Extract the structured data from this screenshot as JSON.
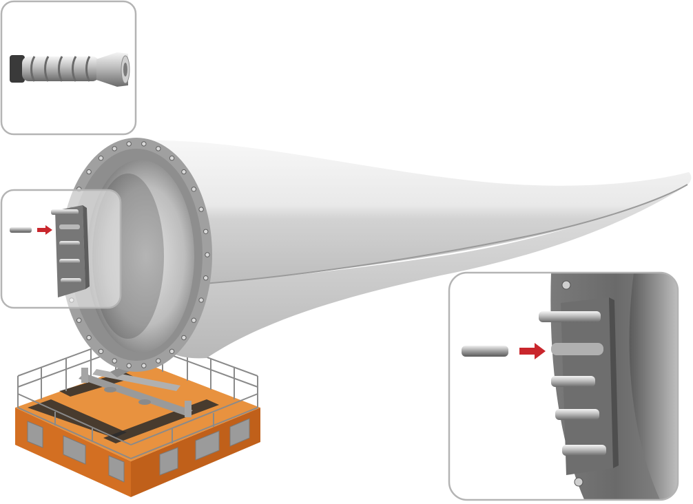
{
  "colors": {
    "background": "#ffffff",
    "blade_light": "#f4f4f4",
    "blade_mid": "#d6d6d6",
    "blade_dark": "#a9a9a9",
    "flange": "#9a9a9a",
    "flange_dark": "#6f6f6f",
    "bore_dark": "#4a4a4a",
    "arrow": "#c9262c",
    "callout_border": "#b4b4b4",
    "platform_orange": "#e07a2a",
    "platform_orange_dark": "#b85a18",
    "platform_deck": "#e8913f",
    "platform_marking": "#2b2b2b",
    "window": "#9b9b9b",
    "railing": "#8a8a8a"
  },
  "icons": {
    "threaded_insert": "threaded-insert-icon",
    "bolt": "bolt-icon",
    "insertion_arrow": "arrow-right-icon"
  },
  "callouts": {
    "top_left": "threaded-insert-closeup",
    "left": "flange-insert-detail",
    "bottom_right": "flange-insert-detail-zoomed"
  }
}
